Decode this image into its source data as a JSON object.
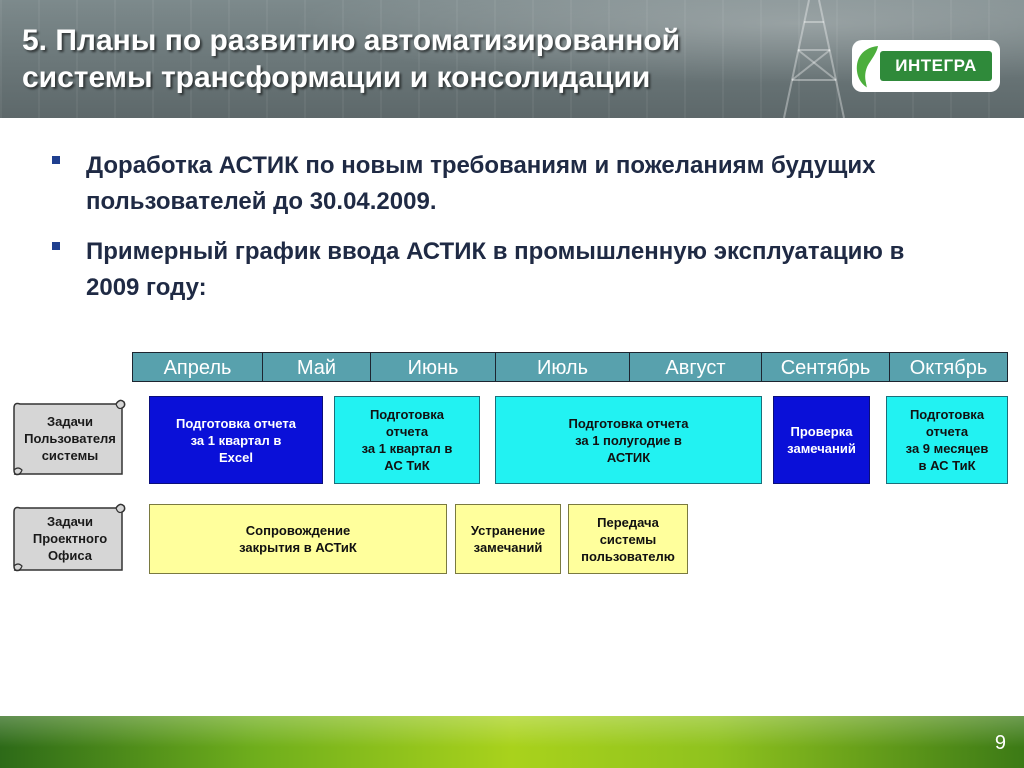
{
  "header": {
    "title": "5. Планы по развитию автоматизированной системы трансформации и консолидации",
    "logo_text": "ИНТЕГРА"
  },
  "bullets": [
    "Доработка АСТИК по новым требованиям и пожеланиям будущих пользователей до 30.04.2009.",
    "Примерный график ввода АСТИК в промышленную эксплуатацию в 2009 году:"
  ],
  "timeline": {
    "months": [
      "Апрель",
      "Май",
      "Июнь",
      "Июль",
      "Август",
      "Сентябрь",
      "Октябрь"
    ],
    "rows": [
      {
        "label": "Задачи\nПользователя\nсистемы",
        "tasks": [
          {
            "text": "Подготовка отчета\nза 1 квартал в\nExcel",
            "style": "blue"
          },
          {
            "text": "Подготовка\nотчета\nза 1 квартал в\nАС ТиК",
            "style": "cyan"
          },
          {
            "text": "Подготовка отчета\nза 1 полугодие в\nАСТИК",
            "style": "cyan"
          },
          {
            "text": "Проверка\nзамечаний",
            "style": "blue"
          },
          {
            "text": "Подготовка\nотчета\nза 9 месяцев\nв АС ТиК",
            "style": "cyan"
          }
        ]
      },
      {
        "label": "Задачи\nПроектного\nОфиса",
        "tasks": [
          {
            "text": "Сопровождение\nзакрытия в АСТиК",
            "style": "yellow"
          },
          {
            "text": "Устранение\nзамечаний",
            "style": "yellow"
          },
          {
            "text": "Передача\nсистемы\nпользователю",
            "style": "yellow"
          }
        ]
      }
    ]
  },
  "footer": {
    "page_number": "9"
  },
  "colors": {
    "month_bg": "#58a1ad",
    "task_blue": "#0a10d8",
    "task_cyan": "#22f2f2",
    "task_yellow": "#ffff9c",
    "bullet_text": "#1f2a44"
  }
}
